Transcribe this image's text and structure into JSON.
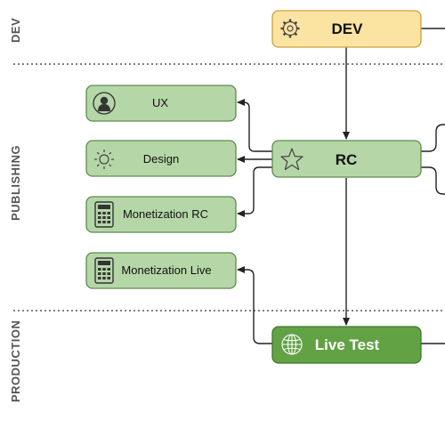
{
  "lanes": {
    "dev": "DEV",
    "publishing": "PUBLISHING",
    "production": "PRODUCTION"
  },
  "nodes": {
    "dev": {
      "label": "DEV",
      "icon": "gear-icon"
    },
    "rc": {
      "label": "RC",
      "icon": "star-icon"
    },
    "live_test": {
      "label": "Live Test",
      "icon": "globe-icon"
    },
    "ux": {
      "label": "UX",
      "icon": "user-icon"
    },
    "design": {
      "label": "Design",
      "icon": "sun-icon"
    },
    "monetization_rc": {
      "label": "Monetization RC",
      "icon": "calculator-icon"
    },
    "monetization_live": {
      "label": "Monetization Live",
      "icon": "calculator-icon"
    }
  },
  "colors": {
    "dev_fill": "#fbe3a1",
    "dev_stroke": "#c9a23c",
    "green_fill": "#b5d7a8",
    "green_stroke": "#5e8a4f",
    "live_fill": "#62a245",
    "live_stroke": "#3f7a2c",
    "lane_divider": "#333333",
    "arrow": "#222222"
  }
}
